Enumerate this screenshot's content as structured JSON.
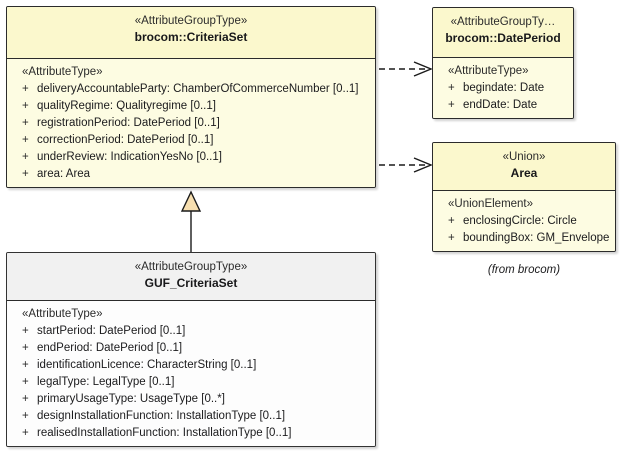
{
  "diagram": {
    "type": "uml-class-diagram",
    "background": "#ffffff",
    "colors": {
      "class_yellow_fill": "#fcfbdf",
      "class_yellow_header": "#fbf8cd",
      "class_grey_header": "#f1f1f1",
      "class_grey_fill": "#fdfdfd",
      "border": "#2b2b2b",
      "line": "#1a1a1a",
      "generalization_triangle_fill": "#f7dfb0"
    }
  },
  "classes": {
    "criteriaset": {
      "stereotype": "«AttributeGroupType»",
      "name": "brocom::CriteriaSet",
      "compartment_stereotype": "«AttributeType»",
      "attributes": [
        {
          "visibility": "+",
          "text": "deliveryAccountableParty: ChamberOfCommerceNumber [0..1]"
        },
        {
          "visibility": "+",
          "text": "qualityRegime: Qualityregime [0..1]"
        },
        {
          "visibility": "+",
          "text": "registrationPeriod: DatePeriod [0..1]"
        },
        {
          "visibility": "+",
          "text": "correctionPeriod: DatePeriod [0..1]"
        },
        {
          "visibility": "+",
          "text": "underReview: IndicationYesNo [0..1]"
        },
        {
          "visibility": "+",
          "text": "area: Area"
        }
      ]
    },
    "dateperiod": {
      "stereotype": "«AttributeGroupTy…",
      "name": "brocom::DatePeriod",
      "compartment_stereotype": "«AttributeType»",
      "attributes": [
        {
          "visibility": "+",
          "text": "begindate: Date"
        },
        {
          "visibility": "+",
          "text": "endDate: Date"
        }
      ]
    },
    "area": {
      "stereotype": "«Union»",
      "name": "Area",
      "compartment_stereotype": "«UnionElement»",
      "attributes": [
        {
          "visibility": "+",
          "text": "enclosingCircle: Circle"
        },
        {
          "visibility": "+",
          "text": "boundingBox: GM_Envelope"
        }
      ],
      "note": "(from brocom)"
    },
    "gufcriteriaset": {
      "stereotype": "«AttributeGroupType»",
      "name": "GUF_CriteriaSet",
      "compartment_stereotype": "«AttributeType»",
      "attributes": [
        {
          "visibility": "+",
          "text": "startPeriod: DatePeriod [0..1]"
        },
        {
          "visibility": "+",
          "text": "endPeriod: DatePeriod [0..1]"
        },
        {
          "visibility": "+",
          "text": "identificationLicence: CharacterString [0..1]"
        },
        {
          "visibility": "+",
          "text": "legalType: LegalType [0..1]"
        },
        {
          "visibility": "+",
          "text": "primaryUsageType: UsageType [0..*]"
        },
        {
          "visibility": "+",
          "text": "designInstallationFunction: InstallationType [0..1]"
        },
        {
          "visibility": "+",
          "text": "realisedInstallationFunction: InstallationType [0..1]"
        }
      ]
    }
  },
  "relationships": [
    {
      "kind": "dependency",
      "style": "dashed-open-arrow",
      "from": "criteriaset",
      "to": "dateperiod"
    },
    {
      "kind": "dependency",
      "style": "dashed-open-arrow",
      "from": "criteriaset",
      "to": "area"
    },
    {
      "kind": "generalization",
      "style": "solid-hollow-triangle",
      "from": "gufcriteriaset",
      "to": "criteriaset"
    }
  ]
}
